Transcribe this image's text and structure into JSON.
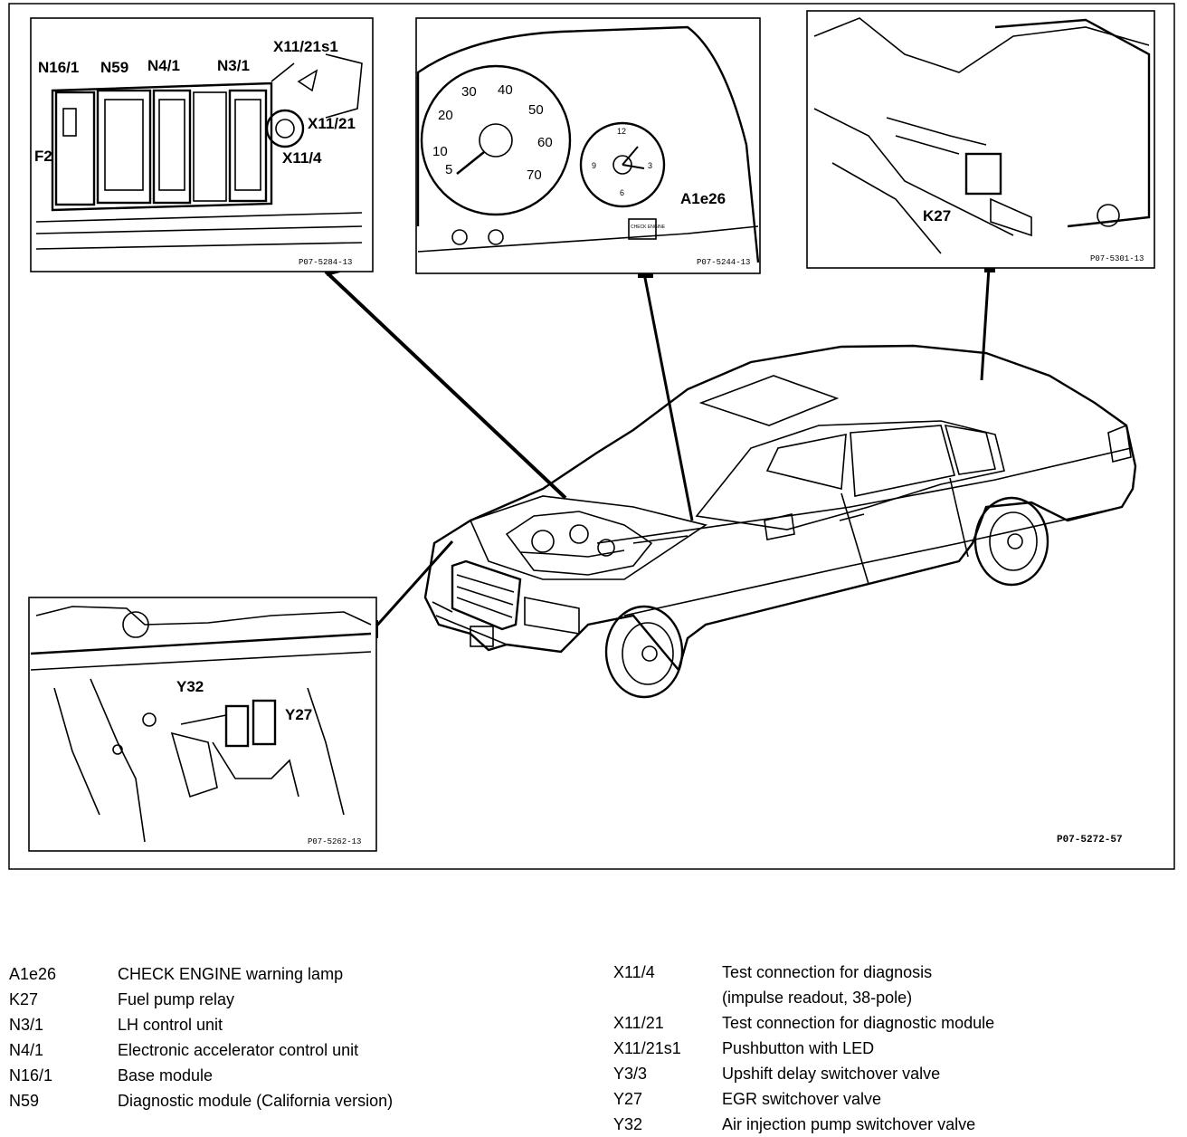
{
  "callouts": {
    "n16_1": "N16/1",
    "n59": "N59",
    "n4_1": "N4/1",
    "n3_1": "N3/1",
    "x11_21s1": "X11/21s1",
    "x11_21": "X11/21",
    "x11_4": "X11/4",
    "f2": "F2",
    "a1e26": "A1e26",
    "k27": "K27",
    "y32": "Y32",
    "y27": "Y27"
  },
  "gauges": {
    "speedo": [
      "5",
      "10",
      "20",
      "30",
      "40",
      "50",
      "60",
      "70"
    ],
    "clock": [
      "12",
      "3",
      "6",
      "9"
    ],
    "check_lamp": "CHECK ENGINE"
  },
  "ref_codes": {
    "module_inset": "P07-5284-13",
    "cluster_inset": "P07-5244-13",
    "relay_inset": "P07-5301-13",
    "valve_inset": "P07-5262-13",
    "main": "P07-5272-57"
  },
  "legend_left": [
    {
      "code": "A1e26",
      "desc": "CHECK ENGINE warning lamp"
    },
    {
      "code": "K27",
      "desc": "Fuel pump relay"
    },
    {
      "code": "N3/1",
      "desc": "LH control unit"
    },
    {
      "code": "N4/1",
      "desc": "Electronic accelerator control unit"
    },
    {
      "code": "N16/1",
      "desc": "Base module"
    },
    {
      "code": "N59",
      "desc": "Diagnostic module (California version)"
    }
  ],
  "legend_right": [
    {
      "code": "X11/4",
      "desc": "Test connection for diagnosis",
      "desc2": "(impulse readout, 38-pole)"
    },
    {
      "code": "X11/21",
      "desc": "Test connection for diagnostic module"
    },
    {
      "code": "X11/21s1",
      "desc": "Pushbutton with LED"
    },
    {
      "code": "Y3/3",
      "desc": "Upshift delay switchover valve"
    },
    {
      "code": "Y27",
      "desc": "EGR switchover valve"
    },
    {
      "code": "Y32",
      "desc": "Air injection pump switchover valve"
    }
  ]
}
